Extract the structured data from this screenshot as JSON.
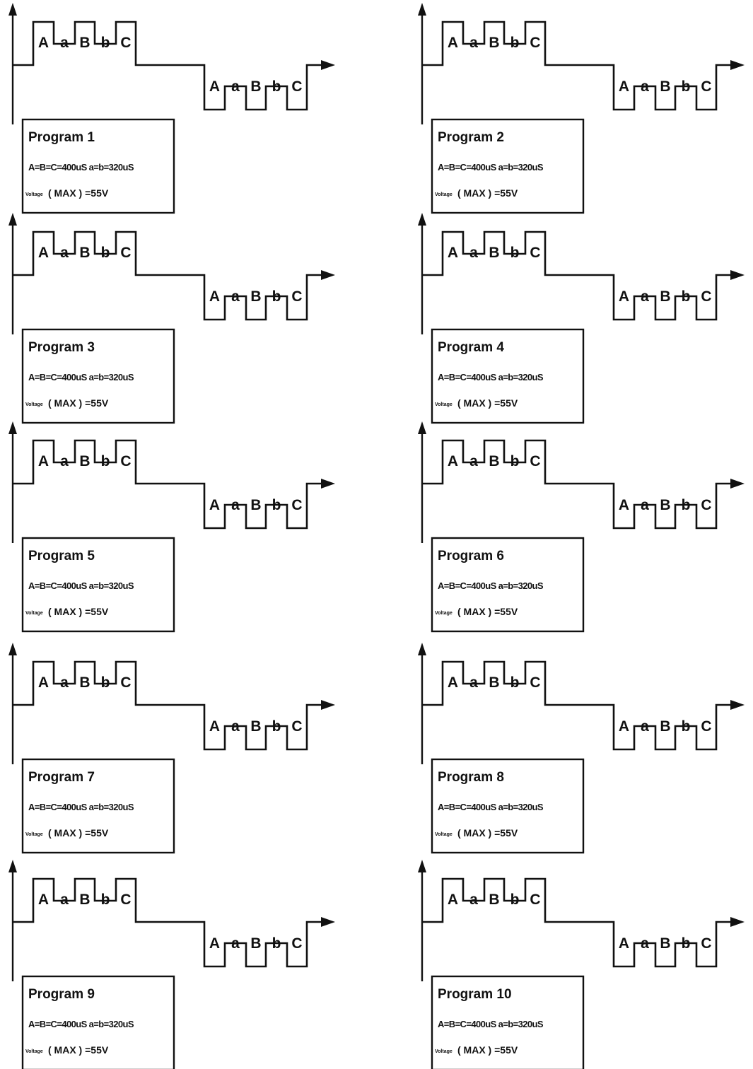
{
  "segment_labels": [
    "A",
    "a",
    "B",
    "b",
    "C"
  ],
  "panels": [
    {
      "title": "Program 1",
      "params": "A=B=C=400uS   a=b=320uS",
      "voltage_label": "Voltage",
      "voltage_value": "( MAX ) =55V"
    },
    {
      "title": "Program 2",
      "params": "A=B=C=400uS   a=b=320uS",
      "voltage_label": "Voltage",
      "voltage_value": "( MAX ) =55V"
    },
    {
      "title": "Program 3",
      "params": "A=B=C=400uS   a=b=320uS",
      "voltage_label": "Voltage",
      "voltage_value": "( MAX ) =55V"
    },
    {
      "title": "Program 4",
      "params": "A=B=C=400uS   a=b=320uS",
      "voltage_label": "Voltage",
      "voltage_value": "( MAX ) =55V"
    },
    {
      "title": "Program 5",
      "params": "A=B=C=400uS   a=b=320uS",
      "voltage_label": "Voltage",
      "voltage_value": "( MAX ) =55V"
    },
    {
      "title": "Program 6",
      "params": "A=B=C=400uS   a=b=320uS",
      "voltage_label": "Voltage",
      "voltage_value": "( MAX ) =55V"
    },
    {
      "title": "Program 7",
      "params": "A=B=C=400uS   a=b=320uS",
      "voltage_label": "Voltage",
      "voltage_value": "( MAX ) =55V"
    },
    {
      "title": "Program 8",
      "params": "A=B=C=400uS   a=b=320uS",
      "voltage_label": "Voltage",
      "voltage_value": "( MAX ) =55V"
    },
    {
      "title": "Program 9",
      "params": "A=B=C=400uS   a=b=320uS",
      "voltage_label": "Voltage",
      "voltage_value": "( MAX ) =55V"
    },
    {
      "title": "Program 10",
      "params": "A=B=C=400uS   a=b=320uS",
      "voltage_label": "Voltage",
      "voltage_value": "( MAX ) =55V"
    }
  ],
  "colors": {
    "ink": "#111111",
    "background": "#ffffff"
  }
}
